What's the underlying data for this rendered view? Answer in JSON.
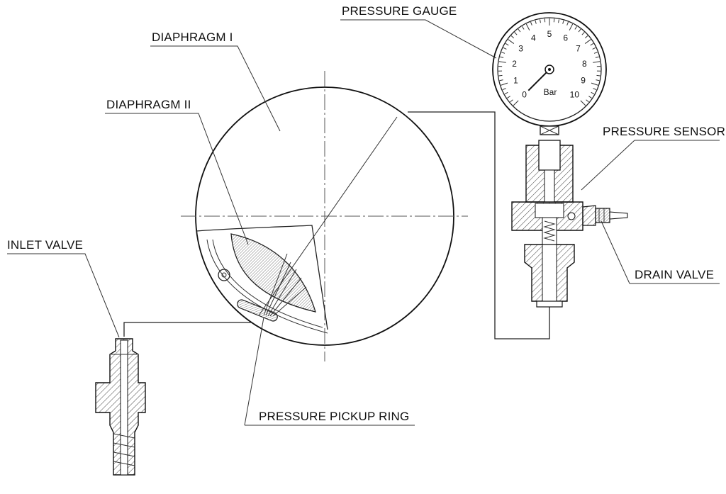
{
  "labels": {
    "pressure_gauge": "PRESSURE GAUGE",
    "diaphragm_1": "DIAPHRAGM I",
    "diaphragm_2": "DIAPHRAGM II",
    "pressure_sensor": "PRESSURE SENSOR",
    "inlet_valve": "INLET VALVE",
    "drain_valve": "DRAIN VALVE",
    "pressure_pickup_ring": "PRESSURE PICKUP RING"
  },
  "gauge": {
    "unit": "Bar",
    "scale": [
      "0",
      "1",
      "2",
      "3",
      "4",
      "5",
      "6",
      "7",
      "8",
      "9",
      "10"
    ],
    "reading": 0
  }
}
